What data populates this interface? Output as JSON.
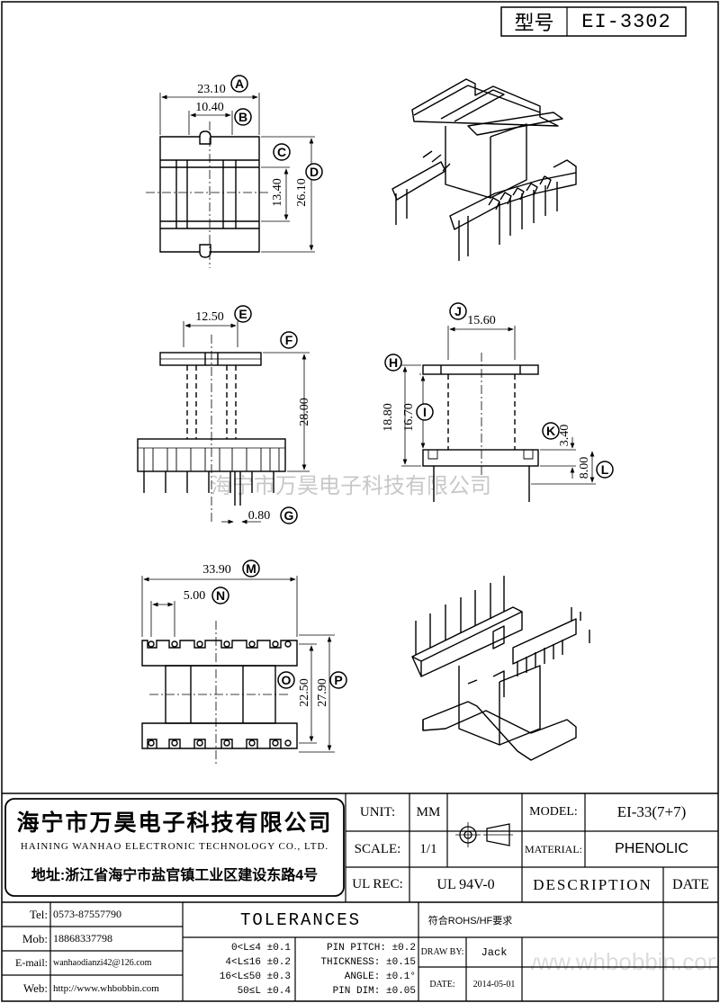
{
  "header": {
    "model_label": "型号",
    "model_value": "EI-3302"
  },
  "dimensions": {
    "A": {
      "letter": "A",
      "value": "23.10"
    },
    "B": {
      "letter": "B",
      "value": "10.40"
    },
    "C": {
      "letter": "C",
      "value": "13.40"
    },
    "D": {
      "letter": "D",
      "value": "26.10"
    },
    "E": {
      "letter": "E",
      "value": "12.50"
    },
    "F": {
      "letter": "F",
      "value": ""
    },
    "G": {
      "letter": "G",
      "value": "0.80"
    },
    "H": {
      "letter": "H",
      "value": ""
    },
    "I": {
      "letter": "I",
      "value": "16.70"
    },
    "J": {
      "letter": "J",
      "value": "15.60"
    },
    "K": {
      "letter": "K",
      "value": "3.40"
    },
    "L": {
      "letter": "L",
      "value": "8.00"
    },
    "M": {
      "letter": "M",
      "value": "33.90"
    },
    "N": {
      "letter": "N",
      "value": "5.00"
    },
    "O": {
      "letter": "O",
      "value": "22.50"
    },
    "P": {
      "letter": "P",
      "value": "27.90"
    },
    "F_value": "28.00",
    "H_value": "18.80"
  },
  "watermark_center": "海宁市万昊电子科技有限公司",
  "watermark_corner": "www.whbobbin.com",
  "company": {
    "name_cn": "海宁市万昊电子科技有限公司",
    "name_en": "HAINING WANHAO ELECTRONIC TECHNOLOGY CO., LTD.",
    "address": "地址:浙江省海宁市盐官镇工业区建设东路4号"
  },
  "contact": [
    {
      "label": "Tel:",
      "value": "0573-87557790"
    },
    {
      "label": "Mob:",
      "value": "18868337798"
    },
    {
      "label": "E-mail:",
      "value": "wanhaodianzi42@126.com"
    },
    {
      "label": "Web:",
      "value": "http://www.whbobbin.com"
    }
  ],
  "specs": {
    "unit_label": "UNIT:",
    "unit_value": "MM",
    "scale_label": "SCALE:",
    "scale_value": "1/1",
    "ul_label": "UL REC:",
    "ul_value": "UL 94V-0",
    "model_label": "MODEL:",
    "model_value": "EI-33(7+7)",
    "material_label": "MATERIAL:",
    "material_value": "PHENOLIC",
    "description_header": "DESCRIPTION",
    "date_header": "DATE"
  },
  "tolerances": {
    "title": "TOLERANCES",
    "rows": [
      "0<L≤4 ±0.1",
      "4<L≤16 ±0.2",
      "16<L≤50 ±0.3",
      "50≤L ±0.4"
    ],
    "pin": [
      "PIN PITCH: ±0.2",
      "THICKNESS: ±0.15",
      "ANGLE: ±0.1°",
      "PIN DIM: ±0.05"
    ]
  },
  "approval": {
    "rohs": "符合ROHS/HF要求",
    "draw_by_label": "DRAW BY:",
    "draw_by_value": "Jack",
    "date_label": "DATE:",
    "date_value": "2014-05-01"
  }
}
